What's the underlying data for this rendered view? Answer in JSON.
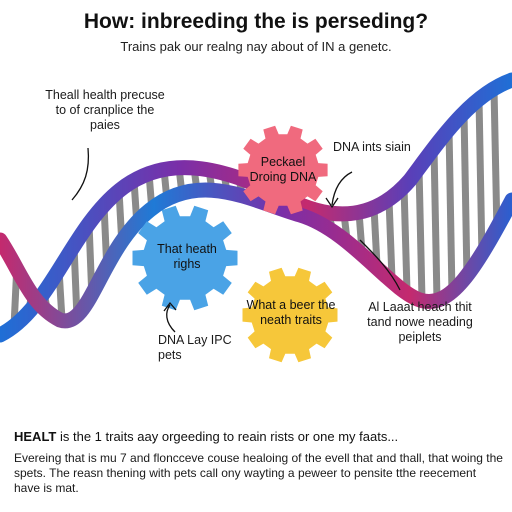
{
  "header": {
    "title": "How: inbreeding the is perseding?",
    "subtitle": "Trains pak our realng nay about of IN a genetc."
  },
  "labels": {
    "top_left": "Theall health precuse to of cranplice the paies",
    "dna": "DNA ints siain",
    "bottom_left": "DNA Lay IPC pets",
    "bottom_right": "Al Laaat heach thit tand nowe neading peiplets"
  },
  "gears": {
    "pink": {
      "text": "Peckael Droing DNA",
      "color": "#f06a7e"
    },
    "blue": {
      "text": "That heath righs",
      "color": "#4aa3e6"
    },
    "yellow": {
      "text": "What a beer the neath traits",
      "color": "#f6c73a"
    }
  },
  "footer": {
    "heading_bold": "HEALT",
    "heading_rest": " is the 1 traits aay orgeeding to reain rists or one my faats...",
    "body": "Evereing that is mu 7 and floncceve couse healoing of the evell that and thall, that woing the spets. The reasn thening with pets call ony wayting a peweer to pensite tthe reecement have is mat."
  },
  "colors": {
    "strand_blue": "#1f6fd6",
    "strand_magenta": "#b0287a",
    "strand_purple": "#6a2fa8",
    "rung_gray": "#8a8a8a"
  }
}
